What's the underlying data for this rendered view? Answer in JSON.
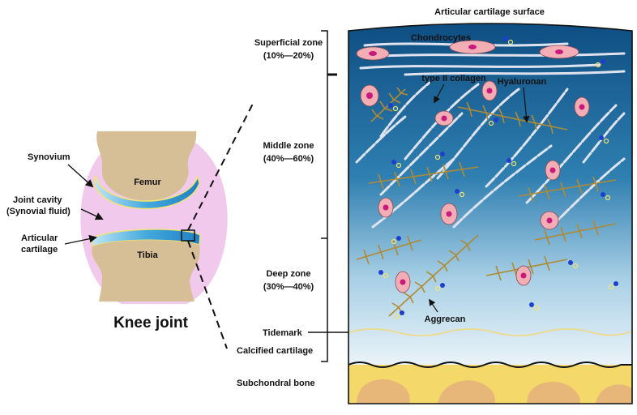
{
  "colors": {
    "bone": "#d6bf96",
    "synovium": "#f1c9ec",
    "cartilage_blue": "#43a9dd",
    "cartilage_edge": "#f3e46e",
    "zone_dark": "#0e4e82",
    "zone_light": "#eaf3f8",
    "subchondral": "#f4d86a",
    "subchondral_blob": "#e7b679",
    "chondrocyte": "#f3aeb5",
    "chondrocyte_nucleus": "#c8197c",
    "aggrecan": "#b08a32",
    "collagen": "#dfe3ef"
  },
  "knee": {
    "title": "Knee joint",
    "femur": "Femur",
    "tibia": "Tibia",
    "synovium": "Synovium",
    "joint_cavity_1": "Joint cavity",
    "joint_cavity_2": "(Synovial fluid)",
    "articular_1": "Articular",
    "articular_2": "cartilage"
  },
  "zones": {
    "surface": "Articular cartilage surface",
    "superficial_name": "Superficial zone",
    "superficial_range": "(10%—20%)",
    "middle_name": "Middle zone",
    "middle_range": "(40%—60%)",
    "deep_name": "Deep zone",
    "deep_range": "(30%—40%)",
    "tidemark": "Tidemark",
    "calcified": "Calcified cartilage",
    "subchondral": "Subchondral bone"
  },
  "components": {
    "chondrocytes": "Chondrocytes",
    "collagen": "type II collagen",
    "hyaluronan": "Hyaluronan",
    "aggrecan": "Aggrecan"
  }
}
